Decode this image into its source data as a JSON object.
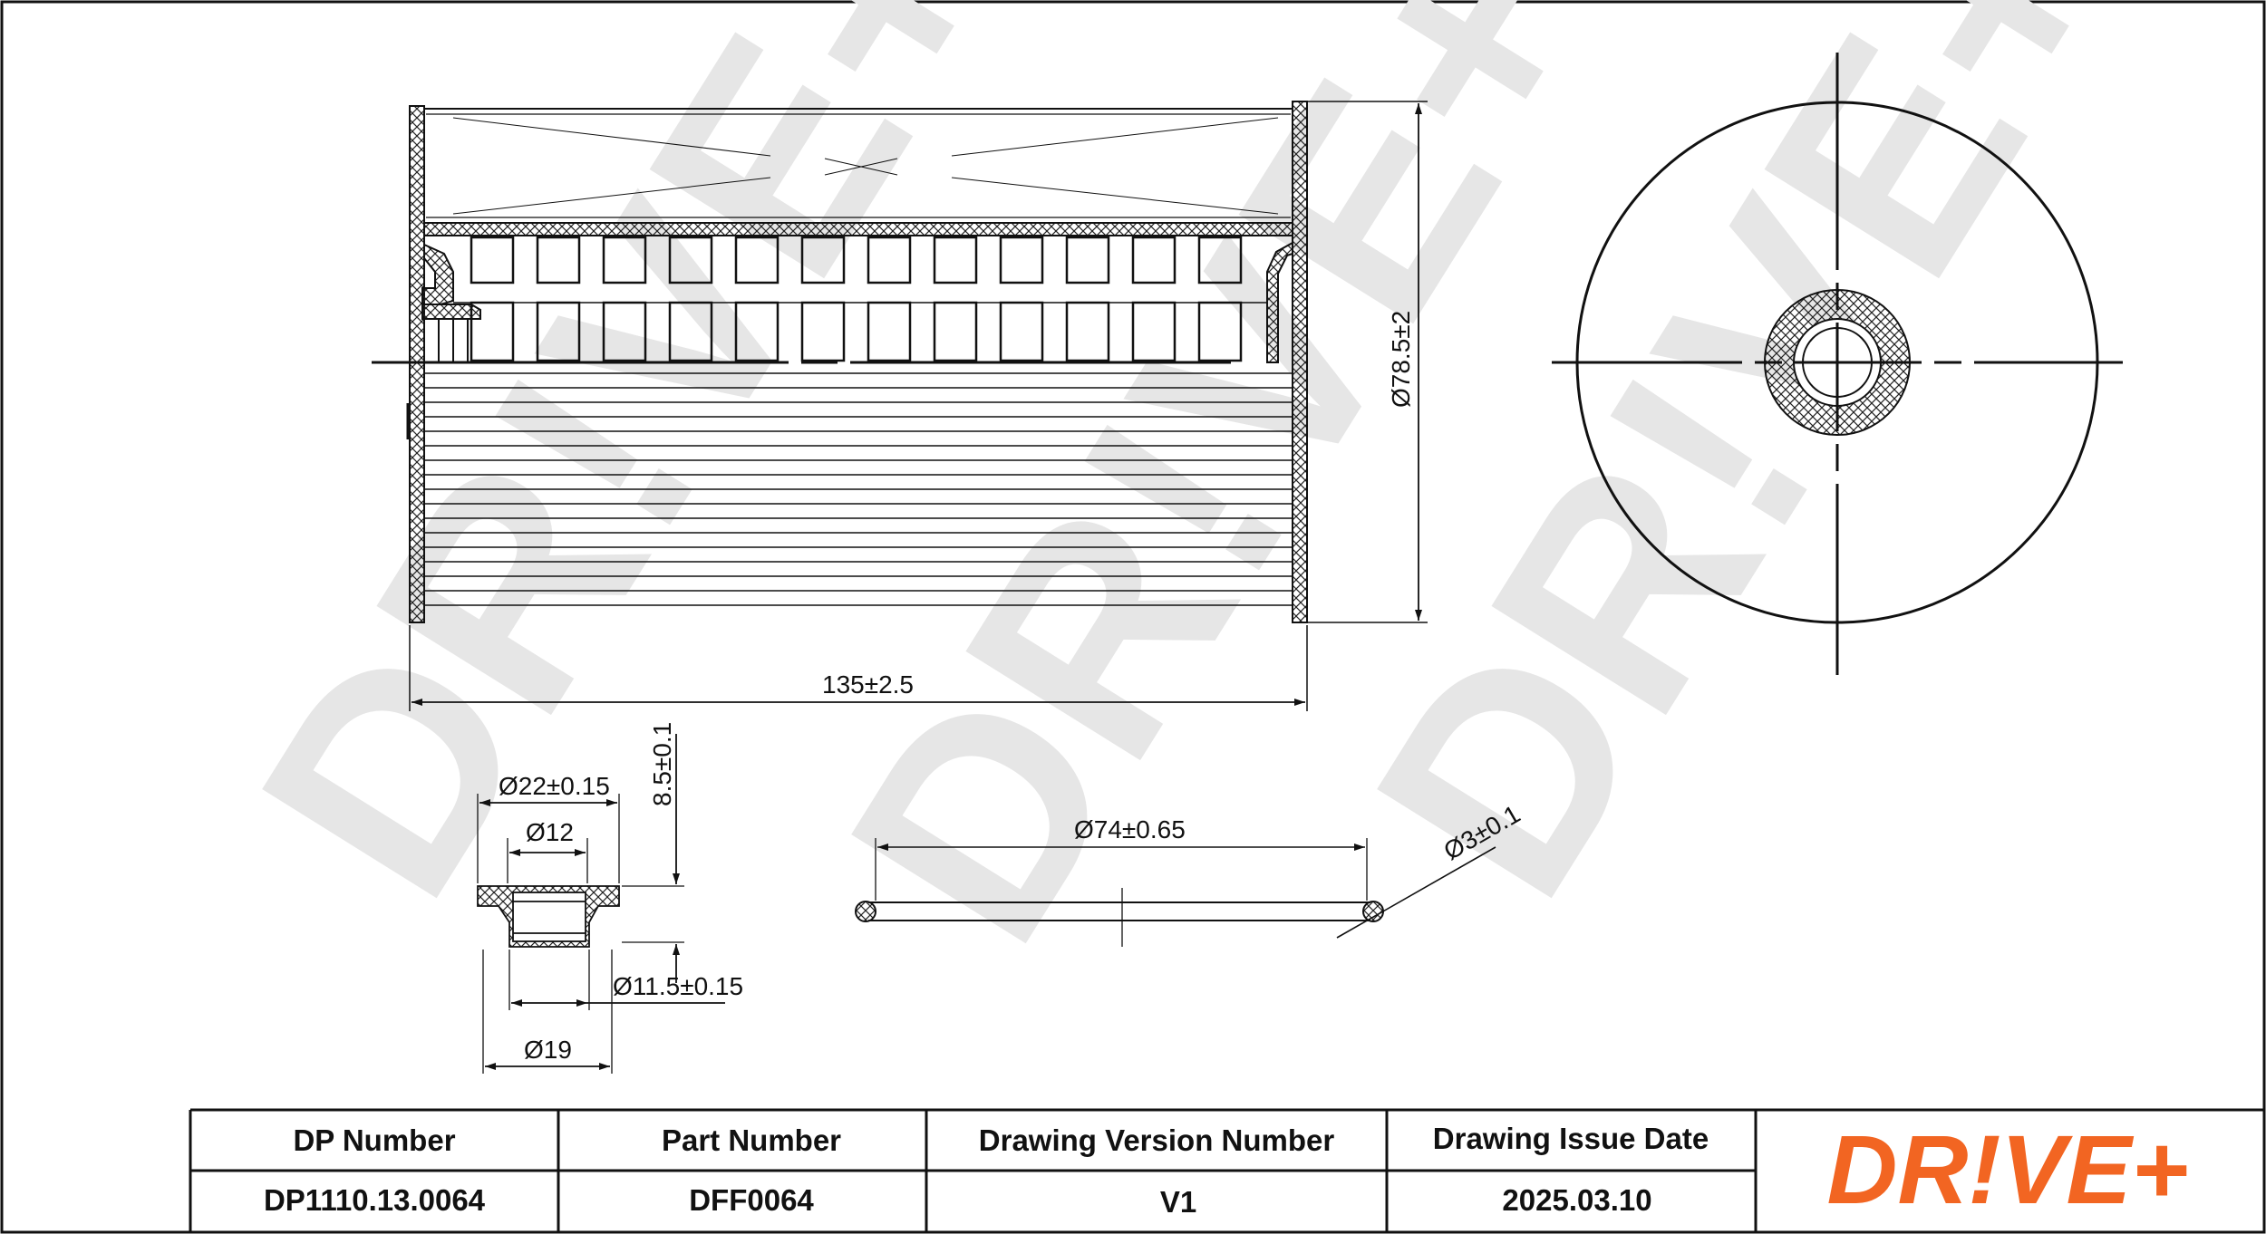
{
  "watermark": "DR!VE+",
  "dimensions": {
    "body_length": "135±2.5",
    "body_diameter": "Ø78.5±2",
    "seal_outer_diameter": "Ø22±0.15",
    "seal_inner_diameter": "Ø12",
    "seal_height": "8.5±0.1",
    "seal_bore_diameter": "Ø11.5±0.15",
    "seal_base_diameter": "Ø19",
    "oring_diameter": "Ø74±0.65",
    "oring_cross_section": "Ø3±0.1"
  },
  "table": {
    "headers": [
      "DP Number",
      "Part Number",
      "Drawing Version Number",
      "Drawing Issue Date"
    ],
    "values": [
      "DP1110.13.0064",
      "DFF0064",
      "V1",
      "2025.03.10"
    ]
  },
  "logo": {
    "text": "DR!VE+",
    "color": "#f26522"
  }
}
